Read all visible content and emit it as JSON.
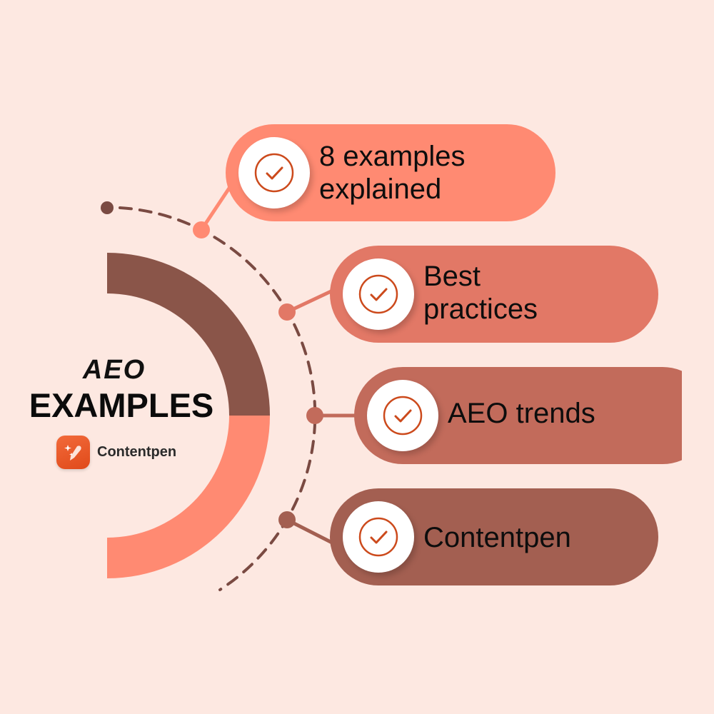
{
  "title": {
    "line1": "AEO",
    "line2": "EXAMPLES"
  },
  "brand": {
    "name": "Contentpen",
    "icon": "pen-sparkle-icon",
    "icon_color": "#e8552a"
  },
  "colors": {
    "background": "#fde8e1",
    "ring_top": "#8a5549",
    "ring_bottom": "#ff8a72",
    "dash": "#7a4a42",
    "check": "#cc4a1c"
  },
  "items": [
    {
      "label": "8 examples explained",
      "line1": "8 examples",
      "line2": "explained",
      "icon": "check-circle-icon",
      "color": "#ff8a72"
    },
    {
      "label": "Best practices",
      "line1": "Best",
      "line2": "practices",
      "icon": "check-circle-icon",
      "color": "#e27866"
    },
    {
      "label": "AEO trends",
      "line1": "AEO trends",
      "icon": "check-circle-icon",
      "color": "#c26b5b"
    },
    {
      "label": "Contentpen",
      "line1": "Contentpen",
      "icon": "check-circle-icon",
      "color": "#a35f51"
    }
  ]
}
